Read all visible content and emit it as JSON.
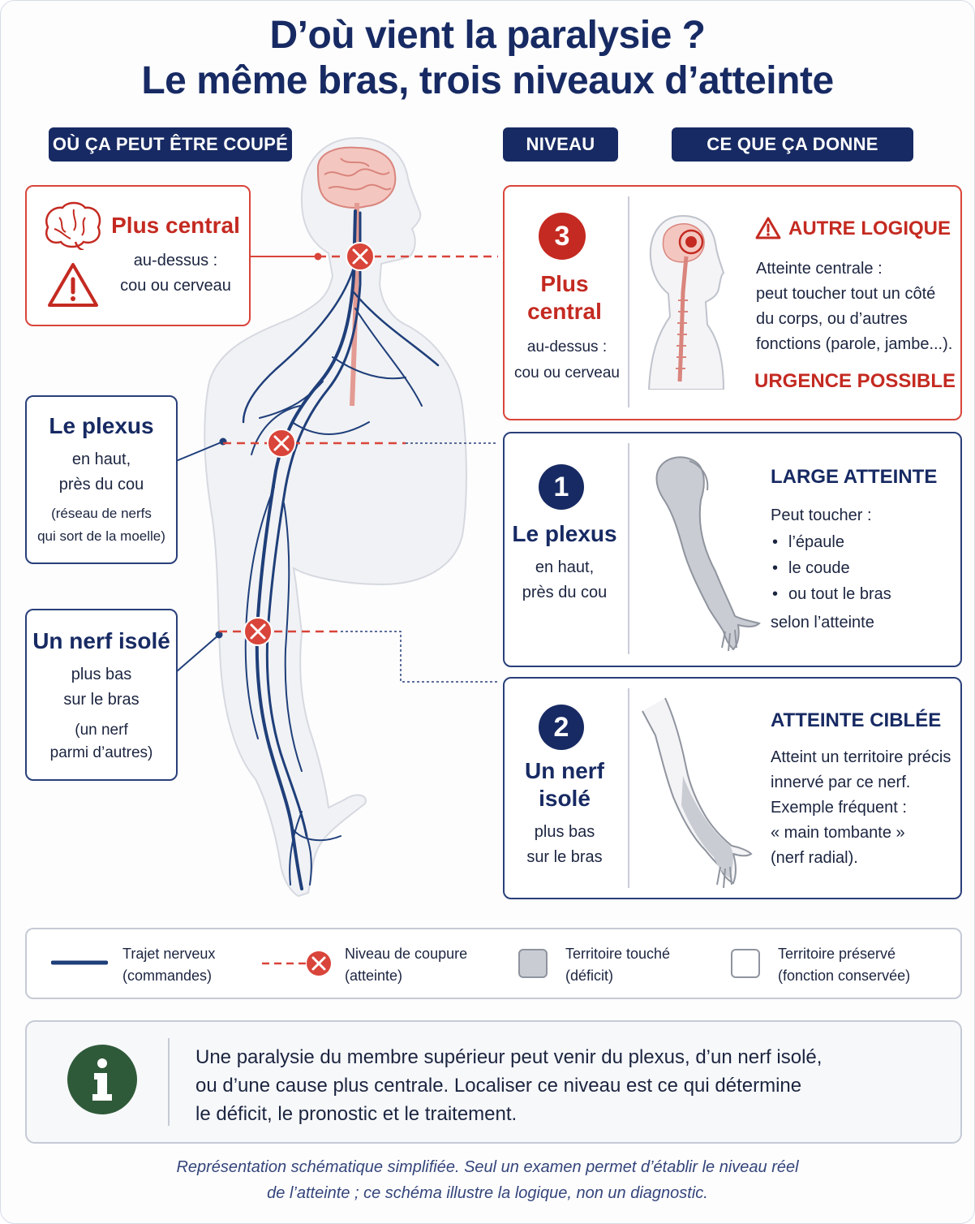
{
  "title": {
    "line1": "D’où vient la paralysie ?",
    "line2": "Le même bras, trois niveaux d’atteinte"
  },
  "headers": {
    "where": "OÙ ÇA PEUT ÊTRE COUPÉ",
    "level": "NIVEAU",
    "effect": "CE QUE ÇA DONNE"
  },
  "left_boxes": {
    "central": {
      "title": "Plus central",
      "line1": "au-dessus :",
      "line2": "cou ou cerveau"
    },
    "plexus": {
      "title": "Le plexus",
      "line1": "en haut,",
      "line2": "près du cou",
      "note1": "(réseau de nerfs",
      "note2": "qui sort de la moelle)"
    },
    "nerve": {
      "title": "Un nerf isolé",
      "line1": "plus bas",
      "line2": "sur le bras",
      "note1": "(un nerf",
      "note2": "parmi d’autres)"
    }
  },
  "levels": [
    {
      "number": "3",
      "name1": "Plus",
      "name2": "central",
      "sub1": "au-dessus :",
      "sub2": "cou ou cerveau",
      "effect_title": "AUTRE LOGIQUE",
      "effect_lines": [
        "Atteinte centrale :",
        "peut toucher tout un côté",
        "du corps, ou d’autres",
        "fonctions (parole, jambe...)."
      ],
      "urgent": "URGENCE POSSIBLE"
    },
    {
      "number": "1",
      "name1": "Le plexus",
      "sub1": "en haut,",
      "sub2": "près du cou",
      "effect_title": "LARGE ATTEINTE",
      "effect_intro": "Peut toucher :",
      "bullets": [
        "l’épaule",
        "le coude",
        "ou tout le bras"
      ],
      "effect_outro": "selon l’atteinte"
    },
    {
      "number": "2",
      "name1": "Un nerf",
      "name2": "isolé",
      "sub1": "plus bas",
      "sub2": "sur le bras",
      "effect_title": "ATTEINTE CIBLÉE",
      "effect_lines": [
        "Atteint un territoire précis",
        "innervé par ce nerf.",
        "Exemple fréquent :",
        "« main tombante »",
        "(nerf radial)."
      ]
    }
  ],
  "legend": [
    {
      "line1": "Trajet nerveux",
      "line2": "(commandes)",
      "icon": "nerve-line-icon"
    },
    {
      "line1": "Niveau de coupure",
      "line2": "(atteinte)",
      "icon": "cut-marker-icon"
    },
    {
      "line1": "Territoire touché",
      "line2": "(déficit)",
      "icon": "grey-square-icon"
    },
    {
      "line1": "Territoire préservé",
      "line2": "(fonction conservée)",
      "icon": "white-square-icon"
    }
  ],
  "info": {
    "line1": "Une paralysie du membre supérieur peut venir du plexus, d’un nerf isolé,",
    "line2": "ou d’une cause plus centrale. Localiser ce niveau est ce qui détermine",
    "line3": "le déficit, le pronostic et le traitement."
  },
  "footnote": {
    "line1": "Représentation schématique simplifiée. Seul un examen permet d’établir le niveau réel",
    "line2": "de l’atteinte ; ce schéma illustre la logique, non un diagnostic."
  },
  "colors": {
    "navy": "#172a63",
    "red": "#d9453a",
    "nerve": "#1f3f7a",
    "info_green": "#2f5a3a",
    "deficit_grey": "#c9ccd3"
  }
}
